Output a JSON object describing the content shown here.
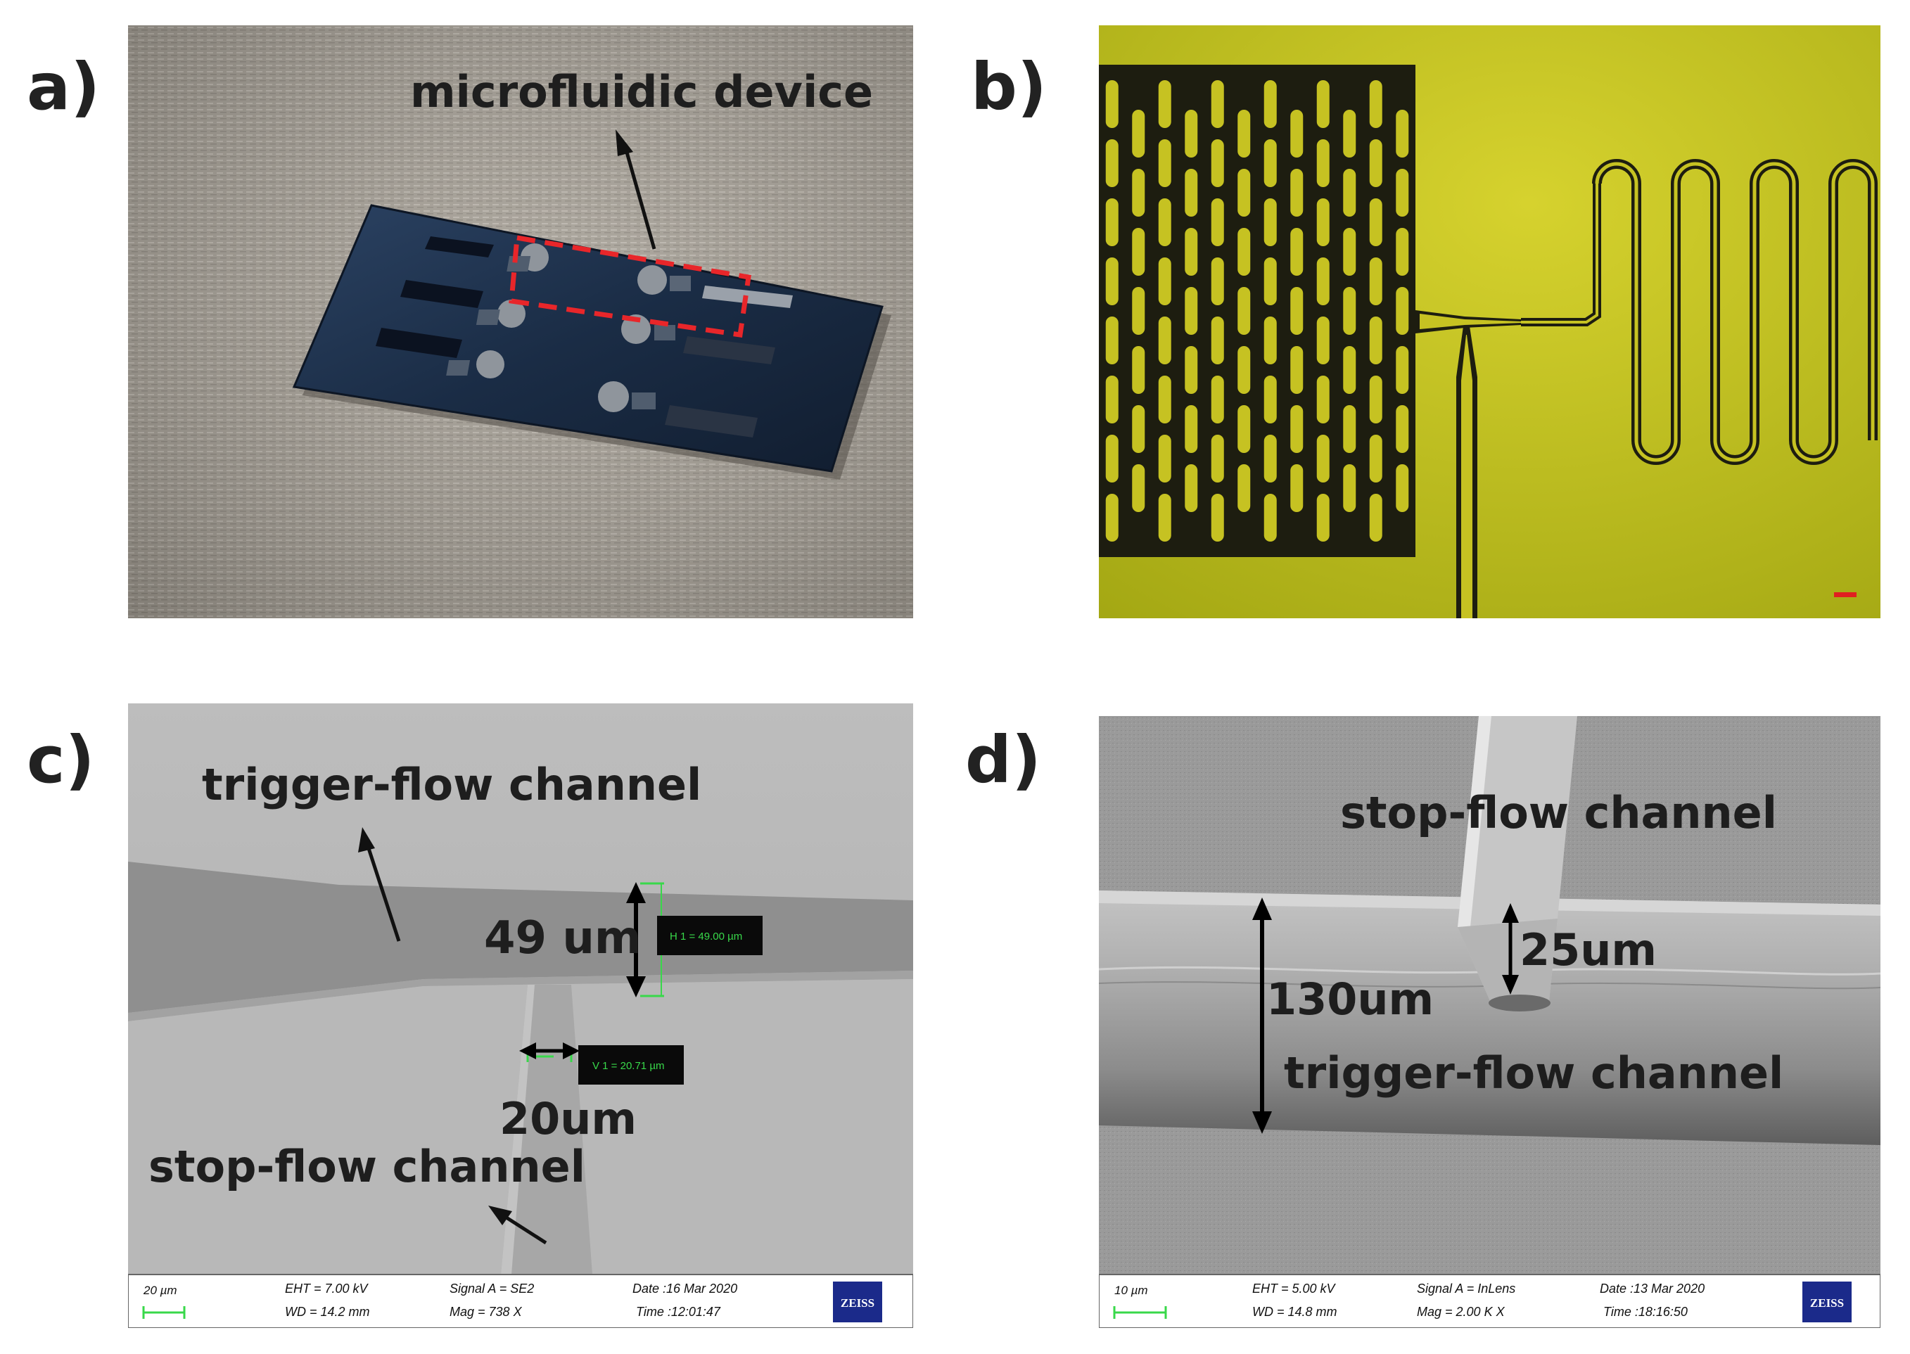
{
  "labels": {
    "a": "a)",
    "b": "b)",
    "c": "c)",
    "d": "d)"
  },
  "panel_a": {
    "annotation": "microfluidic device"
  },
  "panel_c": {
    "trigger_label": "trigger-flow channel",
    "stop_label": "stop-flow channel",
    "height_label": "49 um",
    "width_label": "20um",
    "h_tag": "H 1 = 49.00 µm",
    "v_tag": "V 1 = 20.71 µm",
    "info": {
      "scale": "20 µm",
      "eht": "EHT =  7.00 kV",
      "wd": "WD = 14.2 mm",
      "signal": "Signal A = SE2",
      "mag": "Mag =     738 X",
      "date": "Date :16 Mar 2020",
      "time": "Time :12:01:47",
      "brand": "ZEISS"
    }
  },
  "panel_d": {
    "stop_label": "stop-flow channel",
    "trigger_label": "trigger-flow channel",
    "height_label": "130um",
    "depth_label": "25um",
    "info": {
      "scale": "10 µm",
      "eht": "EHT =  5.00 kV",
      "wd": "WD = 14.8 mm",
      "signal": "Signal A = InLens",
      "mag": "Mag =    2.00 K X",
      "date": "Date :13 Mar 2020",
      "time": "Time :18:16:50",
      "brand": "ZEISS"
    }
  },
  "colors": {
    "fabric": "#a59f95",
    "chip": "#1c2f48",
    "dashed_box": "#e8262a",
    "optical_bg": "#c3c322",
    "sem_bg": "#b2b2b2",
    "measure_tag": "#38d84a"
  }
}
